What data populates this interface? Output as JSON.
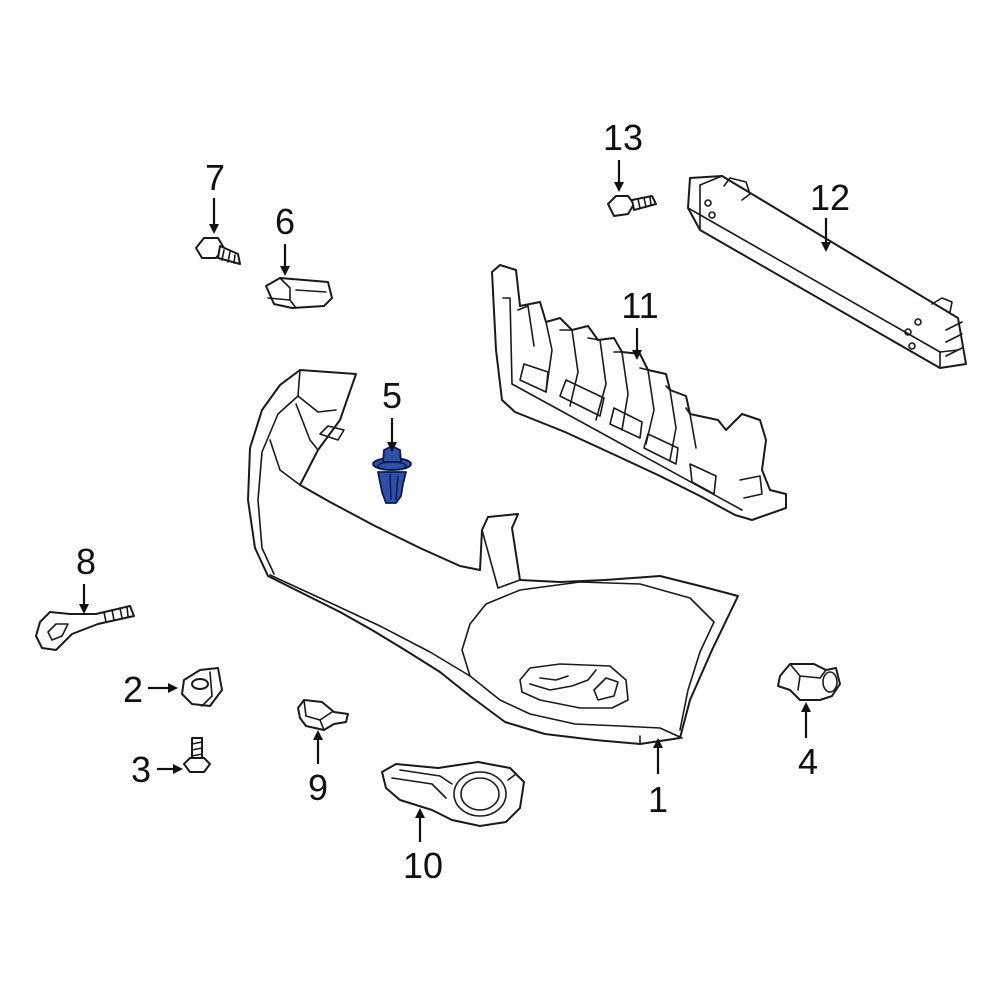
{
  "callouts": {
    "c1": "1",
    "c2": "2",
    "c3": "3",
    "c4": "4",
    "c5": "5",
    "c6": "6",
    "c7": "7",
    "c8": "8",
    "c9": "9",
    "c10": "10",
    "c11": "11",
    "c12": "12",
    "c13": "13"
  },
  "highlight_color": "#2f4fa8",
  "highlighted_part": "5"
}
